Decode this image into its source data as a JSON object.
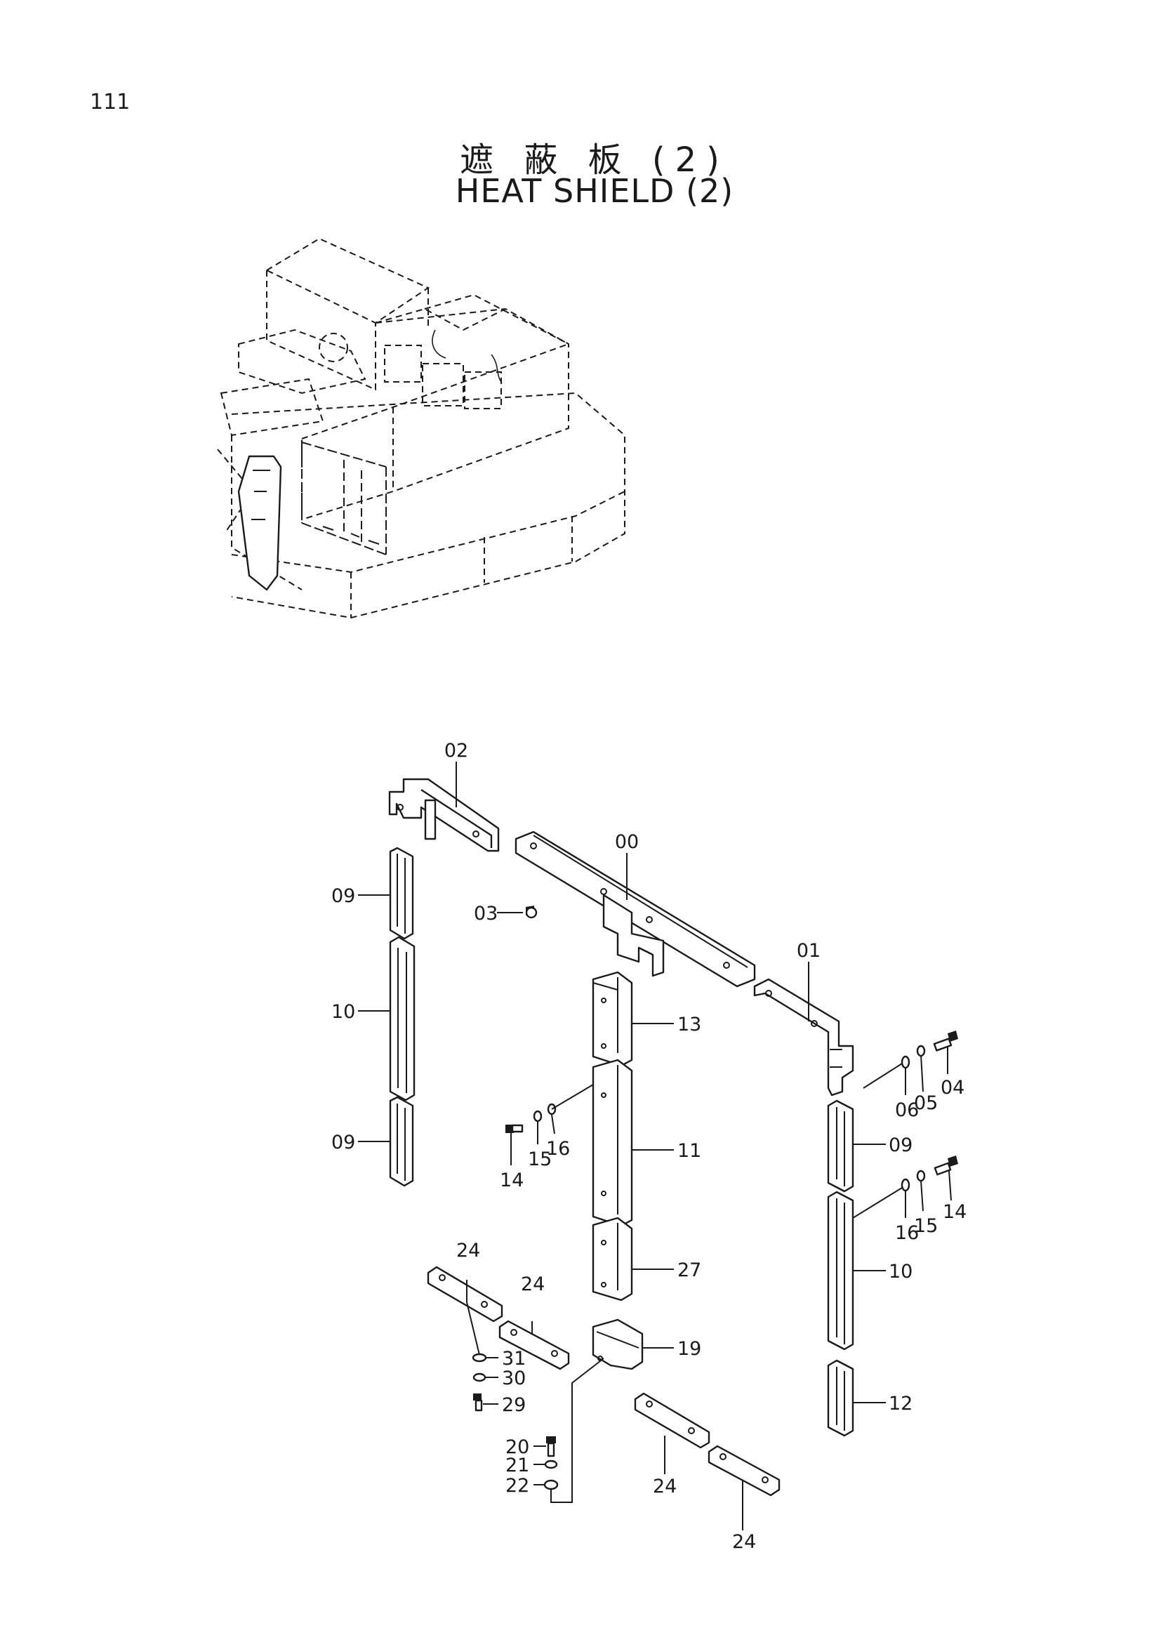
{
  "page_number": "111",
  "title_jp": "遮 蔽 板 (2)",
  "title_en": "HEAT  SHIELD (2)",
  "callouts": {
    "c00": "00",
    "c01": "01",
    "c02": "02",
    "c03": "03",
    "c04": "04",
    "c05": "05",
    "c06": "06",
    "c09a": "09",
    "c09b": "09",
    "c09c": "09",
    "c10a": "10",
    "c10b": "10",
    "c11": "11",
    "c12": "12",
    "c13": "13",
    "c14a": "14",
    "c14b": "14",
    "c15a": "15",
    "c15b": "15",
    "c16a": "16",
    "c16b": "16",
    "c19": "19",
    "c20": "20",
    "c21": "21",
    "c22": "22",
    "c24a": "24",
    "c24b": "24",
    "c24c": "24",
    "c24d": "24",
    "c27": "27",
    "c29": "29",
    "c30": "30",
    "c31": "31"
  }
}
